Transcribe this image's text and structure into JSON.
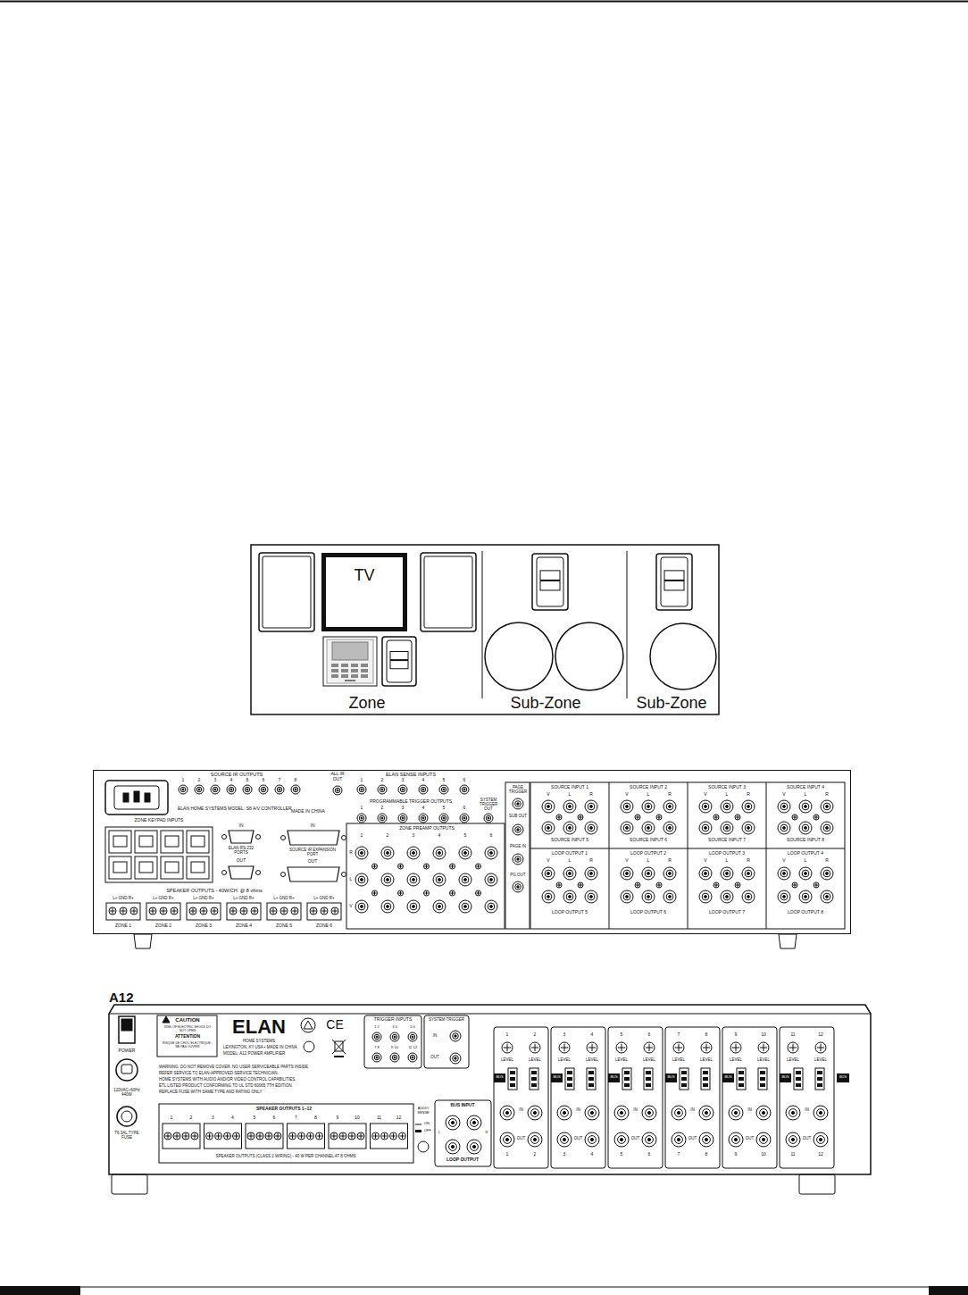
{
  "diagram": {
    "nodes": [
      {
        "text": [
          "Zone"
        ]
      },
      {
        "text": [
          "TV"
        ],
        "in": 0
      },
      {
        "text": [
          "Sub-Zone"
        ]
      },
      {
        "text": [
          "Sub-Zone"
        ]
      },
      {
        "text": [
          "ELAN HOME SYSTEMS MODEL: S8 A/V CONTROLLER"
        ]
      },
      {
        "text": [
          "A12"
        ]
      }
    ],
    "labels": [
      "SOURCE IR OUTPUTS",
      "1",
      "2",
      "3",
      "4",
      "5",
      "6",
      "7",
      "8",
      "ALL IR OUT",
      "ELAN SENSE INPUTS",
      "1",
      "2",
      "3",
      "4",
      "5",
      "6",
      "PROGRAMMABLE TRIGGER OUTPUTS",
      "1",
      "2",
      "3",
      "4",
      "5",
      "6",
      "SYSTEM TRIGGER OUT",
      "MADE IN CHINA",
      "ZONE KEYPAD INPUTS",
      "IN",
      "ELAN RS-232 PORTS",
      "OUT",
      "IN",
      "SOURCE IR EXPANSION PORT",
      "OUT",
      "SPEAKER OUTPUTS - 40W/CH. @ 8 ohms",
      "L+ GND R+",
      "L+ GND R+",
      "L+ GND R+",
      "L+ GND R+",
      "L+ GND R+",
      "L+ GND R+",
      "ZONE 1",
      "ZONE 2",
      "ZONE 3",
      "ZONE 4",
      "ZONE 5",
      "ZONE 6",
      "ZONE PREAMP OUTPUTS",
      "1",
      "2",
      "3",
      "4",
      "5",
      "6",
      "R",
      "L",
      "V",
      "PAGE TRIGGER",
      "SUB OUT",
      "PAGE IN",
      "PG OUT",
      "SOURCE INPUT 1",
      "V",
      "L",
      "R",
      "SOURCE INPUT 5",
      "LOOP OUTPUT 1",
      "V",
      "L",
      "R",
      "LOOP OUTPUT 5",
      "SOURCE INPUT 2",
      "V",
      "L",
      "R",
      "SOURCE INPUT 6",
      "LOOP OUTPUT 2",
      "V",
      "L",
      "R",
      "LOOP OUTPUT 6",
      "SOURCE INPUT 3",
      "V",
      "L",
      "R",
      "SOURCE INPUT 7",
      "LOOP OUTPUT 3",
      "V",
      "L",
      "R",
      "LOOP OUTPUT 7",
      "SOURCE INPUT 4",
      "V",
      "L",
      "R",
      "SOURCE INPUT 8",
      "LOOP OUTPUT 4",
      "V",
      "L",
      "R",
      "LOOP OUTPUT 8",
      "POWER",
      "120VAC~60Hz 440W",
      "T6.3AL TYPE FUSE",
      "CAUTION",
      "RISK OF ELECTRIC SHOCK DO NOT OPEN",
      "ATTENTION",
      "RISQUE DE CHOC ELECTRIQUE - NE PAS OUVRIR",
      "ELAN",
      "HOME SYSTEMS",
      "LEXINGTON, KY USA • MADE IN CHINA",
      "MODEL: A12 POWER AMPLIFIER",
      "WARNING: DO NOT REMOVE COVER. NO USER SERVICEABLE PARTS INSIDE.",
      "REFER SERVICE TO ELAN-APPROVED SERVICE TECHNICIAN.",
      "HOME SYSTEMS WITH AUDIO AND/OR VIDEO CONTROL CAPABILITIES.",
      "ETL LISTED PRODUCT CONFORMING TO UL STD 60065 7TH EDITION.",
      "REPLACE FUSE WITH SAME TYPE AND RATING ONLY",
      "CE",
      "TRIGGER INPUTS",
      "1 2",
      "3 4",
      "5 6",
      "7 8",
      "9 10",
      "11 12",
      "SYSTEM TRIGGER",
      "IN",
      "OUT",
      "SPEAKER OUTPUTS 1–12",
      "1",
      "2",
      "3",
      "4",
      "5",
      "6",
      "7",
      "8",
      "9",
      "10",
      "11",
      "12",
      "SPEAKER OUTPUTS (CLASS 2 WIRING) - 40 W PER CHANNEL AT 8 OHMS",
      "AUDIO SENSE",
      "ON",
      "OFF",
      "BUS INPUT",
      "L",
      "R",
      "LOOP OUTPUT",
      "1",
      "2",
      "LEVEL",
      "LEVEL",
      "BUS",
      "IN",
      "OUT",
      "1",
      "2",
      "3",
      "4",
      "LEVEL",
      "LEVEL",
      "BUS",
      "IN",
      "OUT",
      "3",
      "4",
      "5",
      "6",
      "LEVEL",
      "LEVEL",
      "BUS",
      "IN",
      "OUT",
      "5",
      "6",
      "7",
      "8",
      "LEVEL",
      "LEVEL",
      "BUS",
      "IN",
      "OUT",
      "7",
      "8",
      "9",
      "10",
      "LEVEL",
      "LEVEL",
      "BUS",
      "IN",
      "OUT",
      "9",
      "10",
      "11",
      "12",
      "LEVEL",
      "LEVEL",
      "BUS",
      "IN",
      "OUT",
      "11",
      "12",
      "BUS"
    ]
  }
}
